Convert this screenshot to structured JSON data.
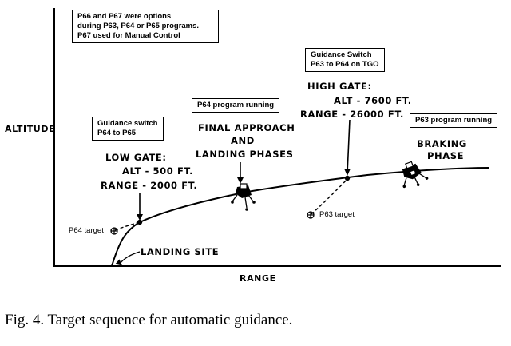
{
  "note_box": {
    "line1": "P66 and P67 were options",
    "line2": "during P63, P64 or P65 programs.",
    "line3": "P67 used for Manual Control"
  },
  "box_p64_p65": {
    "line1": "Guidance switch",
    "line2": "P64 to P65"
  },
  "box_p64_running": "P64 program running",
  "box_p63_p64": {
    "line1": "Guidance Switch",
    "line2": "P63 to P64 on TGO"
  },
  "box_p63_running": "P63 program running",
  "y_axis_label": "ALTITUDE",
  "x_axis_label": "RANGE",
  "low_gate": {
    "title": "LOW GATE:",
    "alt": "ALT - 500 FT.",
    "range": "RANGE - 2000 FT."
  },
  "final_approach": {
    "line1": "FINAL APPROACH",
    "line2": "AND",
    "line3": "LANDING PHASES"
  },
  "high_gate": {
    "title": "HIGH GATE:",
    "alt": "ALT - 7600 FT.",
    "range": "RANGE - 26000 FT."
  },
  "braking": {
    "line1": "BRAKING",
    "line2": "PHASE"
  },
  "p64_target": "P64 target",
  "p63_target": "P63 target",
  "landing_site": "LANDING SITE",
  "caption": "Fig. 4.  Target sequence for automatic guidance."
}
